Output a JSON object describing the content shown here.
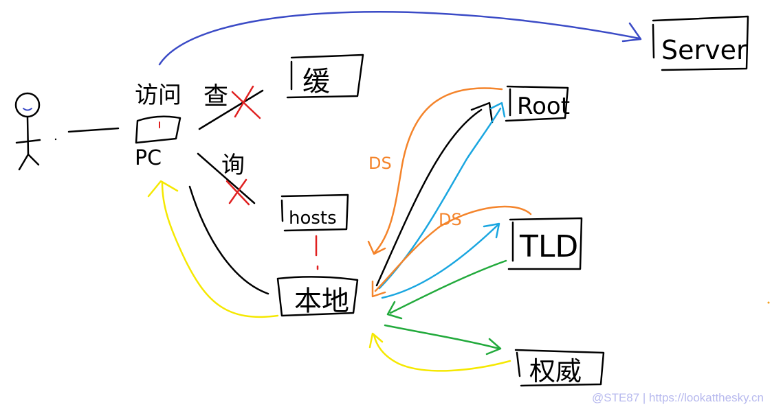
{
  "nodes": {
    "server": "Server",
    "root": "Root",
    "tld": "TLD",
    "authority": "权威",
    "pc": "PC",
    "visit": "访问",
    "cache": "缓",
    "hosts": "hosts",
    "local": "本地",
    "query1": "查",
    "query2": "询"
  },
  "annotations": {
    "ds_root": "DS",
    "ds_tld": "DS"
  },
  "watermark": "@STE87 | https://lookatthesky.cn",
  "colors": {
    "ink": "#000000",
    "blue": "#3b4bc6",
    "orange": "#f4842b",
    "cyan": "#1aa6e0",
    "green": "#22aa3c",
    "yellow": "#f5e800",
    "red": "#e02020",
    "watermark": "#b7b9ee"
  }
}
